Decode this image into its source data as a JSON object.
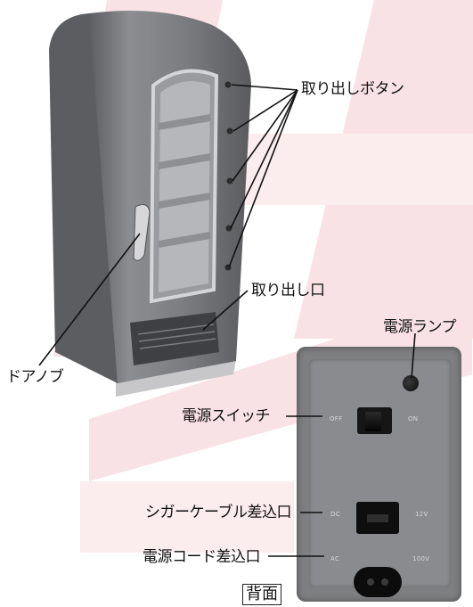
{
  "callouts": {
    "eject_buttons": "取り出しボタン",
    "outlet": "取り出し口",
    "door_knob": "ドアノブ",
    "power_lamp": "電源ランプ",
    "power_switch": "電源スイッチ",
    "cigar_cable_port": "シガーケーブル差込口",
    "power_cord_port": "電源コード差込口",
    "back_side": "背面"
  },
  "panel_markings": {
    "off": "OFF",
    "on": "ON",
    "dc": "DC",
    "dc_rating": "12V",
    "ac": "AC",
    "ac_rating": "100V"
  },
  "colors": {
    "body": "#7c7d80",
    "panel": "#7e7f81",
    "background_mark": "#f8dde0"
  }
}
